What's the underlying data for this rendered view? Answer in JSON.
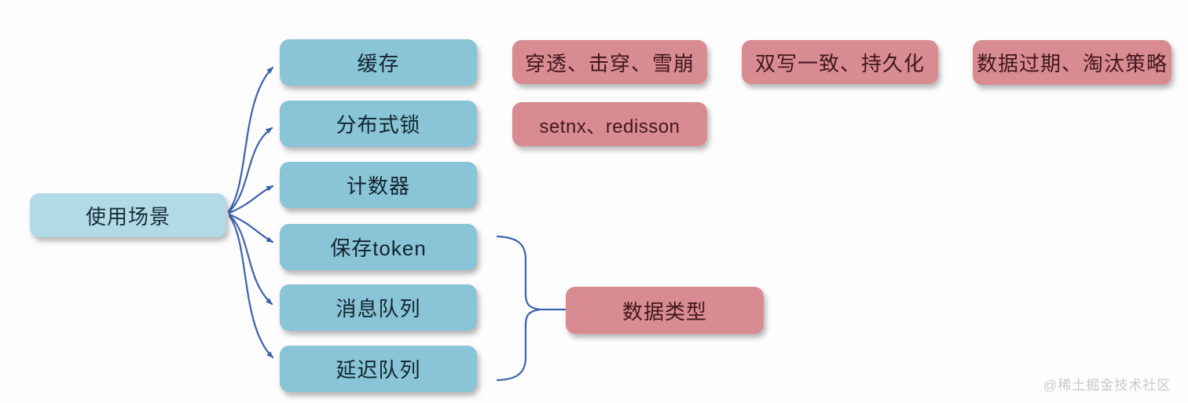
{
  "page": {
    "background": "#fdfdfd",
    "watermark": "@稀土掘金技术社区"
  },
  "colors": {
    "root_fill": "#b2dae5",
    "blue_fill": "#89c4d7",
    "pink_fill": "#d98b92",
    "blue_text": "#13242e",
    "pink_text": "#40181d",
    "connector": "#3c62ad"
  },
  "diagram": {
    "root": {
      "label": "使用场景"
    },
    "blue_nodes": [
      {
        "label": "缓存"
      },
      {
        "label": "分布式锁"
      },
      {
        "label": "计数器"
      },
      {
        "label": "保存token"
      },
      {
        "label": "消息队列"
      },
      {
        "label": "延迟队列"
      }
    ],
    "pink_nodes": [
      {
        "label": "穿透、击穿、雪崩"
      },
      {
        "label": "setnx、redisson"
      },
      {
        "label": "双写一致、持久化"
      },
      {
        "label": "数据过期、淘汰策略"
      },
      {
        "label": "数据类型"
      }
    ]
  }
}
